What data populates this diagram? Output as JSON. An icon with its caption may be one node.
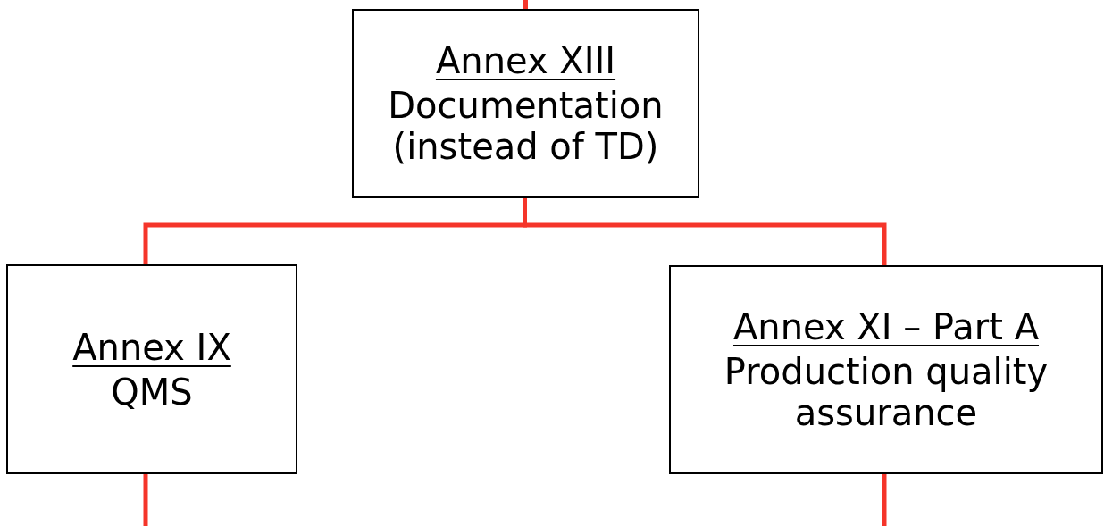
{
  "diagram": {
    "nodes": [
      {
        "text": [
          "Annex XIII",
          "Documentation (instead of TD)"
        ]
      },
      {
        "text": [
          "Annex IX",
          "QMS"
        ]
      },
      {
        "text": [
          "Annex XI – Part A",
          "Production quality assurance"
        ]
      }
    ],
    "edges": [
      {
        "from": null,
        "to": 0,
        "arrow": "none"
      },
      {
        "from": 0,
        "to": 1,
        "arrow": "none"
      },
      {
        "from": 0,
        "to": 2,
        "arrow": "none"
      },
      {
        "from": 1,
        "to": null,
        "arrow": "none"
      },
      {
        "from": 2,
        "to": null,
        "arrow": "none"
      }
    ]
  }
}
